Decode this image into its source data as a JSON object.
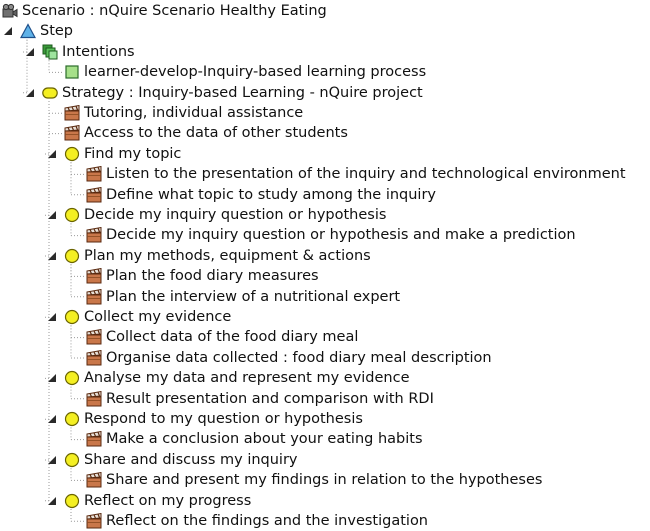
{
  "tree": [
    {
      "id": "scenario",
      "depth": 0,
      "icon": "scenario-icon",
      "label": "Scenario : nQuire Scenario Healthy Eating",
      "expanded": null
    },
    {
      "id": "step",
      "depth": 1,
      "icon": "step-icon",
      "label": "Step",
      "expanded": true
    },
    {
      "id": "intentions",
      "depth": 2,
      "icon": "intentions-icon",
      "label": "Intentions",
      "expanded": true
    },
    {
      "id": "intention-1",
      "depth": 3,
      "icon": "objective-icon",
      "label": "learner-develop-Inquiry-based learning process",
      "expanded": null
    },
    {
      "id": "strategy",
      "depth": 2,
      "icon": "strategy-icon",
      "label": "Strategy : Inquiry-based Learning - nQuire project",
      "expanded": true
    },
    {
      "id": "activity-tutoring",
      "depth": 3,
      "icon": "activity-icon",
      "label": "Tutoring, individual assistance",
      "expanded": null
    },
    {
      "id": "activity-access",
      "depth": 3,
      "icon": "activity-icon",
      "label": "Access to the data of other students",
      "expanded": null
    },
    {
      "id": "phase-find-topic",
      "depth": 3,
      "icon": "phase-icon",
      "label": "Find my topic",
      "expanded": true
    },
    {
      "id": "activity-listen",
      "depth": 4,
      "icon": "activity-icon",
      "label": "Listen to the presentation of the inquiry and technological environment",
      "expanded": null
    },
    {
      "id": "activity-define-topic",
      "depth": 4,
      "icon": "activity-icon",
      "label": "Define what topic to study among the inquiry",
      "expanded": null
    },
    {
      "id": "phase-decide-question",
      "depth": 3,
      "icon": "phase-icon",
      "label": "Decide my inquiry question or hypothesis",
      "expanded": true
    },
    {
      "id": "activity-decide-question",
      "depth": 4,
      "icon": "activity-icon",
      "label": "Decide my inquiry question or hypothesis and make a prediction",
      "expanded": null
    },
    {
      "id": "phase-plan-methods",
      "depth": 3,
      "icon": "phase-icon",
      "label": "Plan my methods, equipment & actions",
      "expanded": true
    },
    {
      "id": "activity-plan-food-diary",
      "depth": 4,
      "icon": "activity-icon",
      "label": "Plan the food diary measures",
      "expanded": null
    },
    {
      "id": "activity-plan-interview",
      "depth": 4,
      "icon": "activity-icon",
      "label": "Plan the interview of a nutritional expert",
      "expanded": null
    },
    {
      "id": "phase-collect-evidence",
      "depth": 3,
      "icon": "phase-icon",
      "label": "Collect my evidence",
      "expanded": true
    },
    {
      "id": "activity-collect-data",
      "depth": 4,
      "icon": "activity-icon",
      "label": "Collect data of the food diary meal",
      "expanded": null
    },
    {
      "id": "activity-organise-data",
      "depth": 4,
      "icon": "activity-icon",
      "label": "Organise data collected : food diary meal description",
      "expanded": null
    },
    {
      "id": "phase-analyse-data",
      "depth": 3,
      "icon": "phase-icon",
      "label": "Analyse my data and represent my evidence",
      "expanded": true
    },
    {
      "id": "activity-result-presentation",
      "depth": 4,
      "icon": "activity-icon",
      "label": "Result presentation and comparison with RDI",
      "expanded": null
    },
    {
      "id": "phase-respond-question",
      "depth": 3,
      "icon": "phase-icon",
      "label": "Respond to my question or hypothesis",
      "expanded": true
    },
    {
      "id": "activity-make-conclusion",
      "depth": 4,
      "icon": "activity-icon",
      "label": "Make a conclusion about your eating habits",
      "expanded": null
    },
    {
      "id": "phase-share-inquiry",
      "depth": 3,
      "icon": "phase-icon",
      "label": "Share and discuss my inquiry",
      "expanded": true
    },
    {
      "id": "activity-share-findings",
      "depth": 4,
      "icon": "activity-icon",
      "label": "Share and present my findings in relation to the hypotheses",
      "expanded": null
    },
    {
      "id": "phase-reflect-progress",
      "depth": 3,
      "icon": "phase-icon",
      "label": "Reflect on my progress",
      "expanded": true
    },
    {
      "id": "activity-reflect-findings",
      "depth": 4,
      "icon": "activity-icon",
      "label": "Reflect on the findings and the investigation",
      "expanded": null
    }
  ],
  "colors": {
    "step-icon": "#5fb2e8",
    "intentions-icon": "#3a9a3a",
    "objective-icon": "#a6e08a",
    "strategy-icon": "#f4ef22",
    "phase-icon": "#f4ef22",
    "activity-icon": "#a0522d",
    "guide-line": "#9a9a9a"
  }
}
